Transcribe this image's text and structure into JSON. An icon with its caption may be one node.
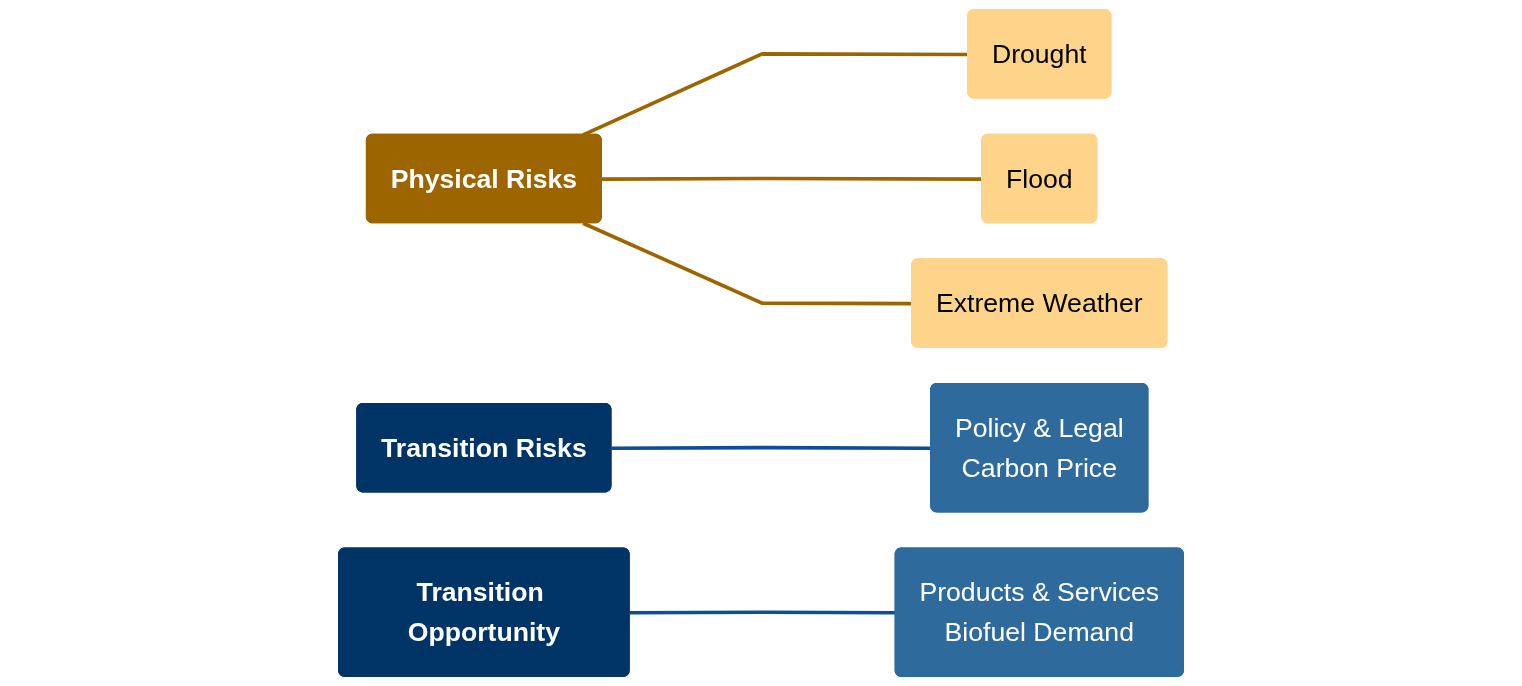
{
  "diagram": {
    "nodes": [
      {
        "text": [
          "Physical Risks"
        ]
      },
      {
        "text": [
          "Drought"
        ]
      },
      {
        "text": [
          "Flood"
        ]
      },
      {
        "text": [
          "Extreme Weather"
        ]
      },
      {
        "text": [
          "Transition Risks"
        ]
      },
      {
        "text": [
          "Policy & Legal",
          "Carbon Price"
        ]
      },
      {
        "text": [
          "Transition Opportunity"
        ]
      },
      {
        "text": [
          "Products & Services",
          "Biofuel Demand"
        ]
      }
    ],
    "edges": [
      {
        "from": 0,
        "to": 1,
        "arrow": "none",
        "color": "#9c6500"
      },
      {
        "from": 0,
        "to": 2,
        "arrow": "none",
        "color": "#9c6500"
      },
      {
        "from": 0,
        "to": 3,
        "arrow": "none",
        "color": "#9c6500"
      },
      {
        "from": 4,
        "to": 5,
        "arrow": "none",
        "color": "#0b4f94"
      },
      {
        "from": 6,
        "to": 7,
        "arrow": "none",
        "color": "#0b4f94"
      }
    ]
  }
}
